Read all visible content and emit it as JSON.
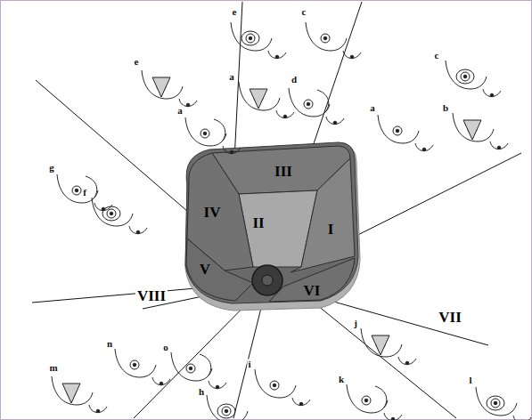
{
  "diagram": {
    "labels": [
      "e",
      "a",
      "e",
      "c",
      "a",
      "d",
      "c",
      "a",
      "b",
      "III",
      "IV",
      "II",
      "I",
      "g",
      "f",
      "V",
      "VI",
      "VIII",
      "VII",
      "n",
      "m",
      "o",
      "h",
      "i",
      "j",
      "k",
      "l"
    ]
  }
}
